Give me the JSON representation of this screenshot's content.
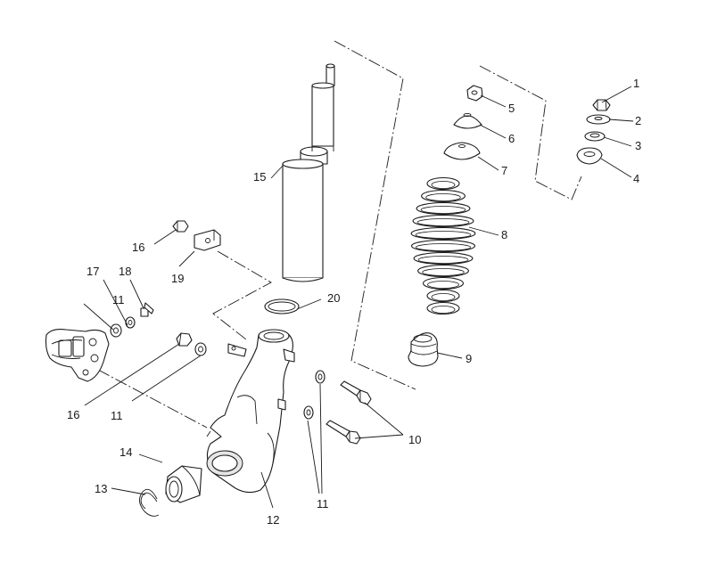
{
  "callouts": {
    "c1": "1",
    "c2": "2",
    "c3": "3",
    "c4": "4",
    "c5": "5",
    "c6": "6",
    "c7": "7",
    "c8": "8",
    "c9": "9",
    "c10": "10",
    "c11a": "11",
    "c11b": "11",
    "c11c": "11",
    "c12": "12",
    "c13": "13",
    "c14": "14",
    "c15": "15",
    "c16a": "16",
    "c16b": "16",
    "c17": "17",
    "c18": "18",
    "c19": "19",
    "c20": "20"
  }
}
